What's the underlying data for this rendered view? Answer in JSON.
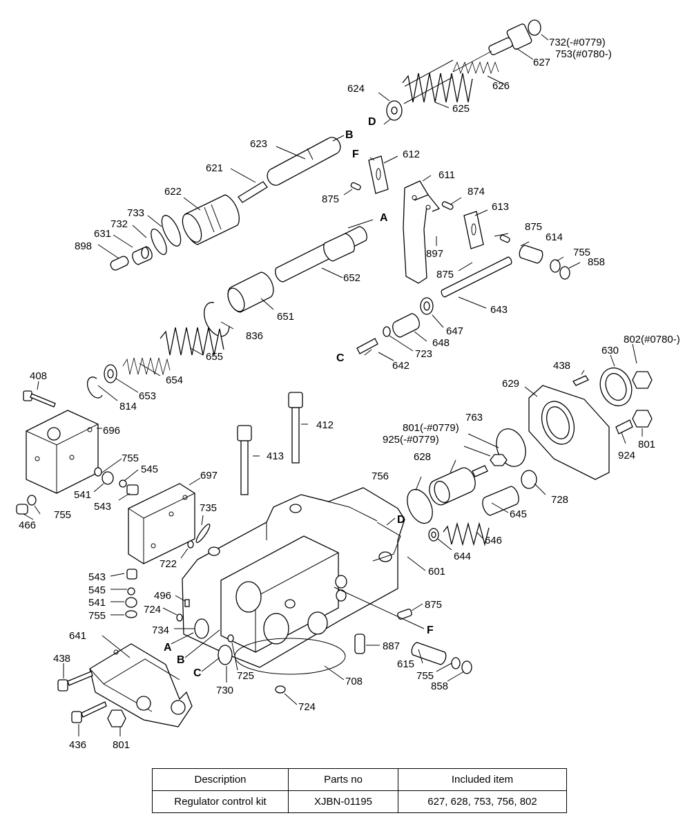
{
  "labels": {
    "l732a": "732(-#0779)",
    "l753": "753(#0780-)",
    "l627": "627",
    "l626": "626",
    "l624": "624",
    "l625": "625",
    "lD1": "D",
    "lB1": "B",
    "l623": "623",
    "lF1": "F",
    "l612": "612",
    "l611": "611",
    "l621": "621",
    "l874": "874",
    "l875a": "875",
    "l613": "613",
    "l622": "622",
    "l733": "733",
    "l732b": "732",
    "l631": "631",
    "lA1": "A",
    "l875b": "875",
    "l898": "898",
    "l614": "614",
    "l897": "897",
    "l755a": "755",
    "l858a": "858",
    "l652": "652",
    "l875c": "875",
    "l643": "643",
    "l651": "651",
    "l647": "647",
    "l836": "836",
    "l648": "648",
    "l723": "723",
    "l655": "655",
    "lC1": "C",
    "l642": "642",
    "l802": "802(#0780-)",
    "l438a": "438",
    "l630": "630",
    "l654": "654",
    "l408": "408",
    "l653": "653",
    "l814": "814",
    "l629": "629",
    "l412": "412",
    "l696": "696",
    "l801a": "801(-#0779)",
    "l763": "763",
    "l925": "925(-#0779)",
    "l413": "413",
    "l924": "924",
    "l801b": "801",
    "l755b": "755",
    "l545a": "545",
    "l628": "628",
    "l697": "697",
    "l541a": "541",
    "l543a": "543",
    "l756": "756",
    "l728": "728",
    "l735": "735",
    "l755c": "755",
    "l466": "466",
    "l645": "645",
    "lD2": "D",
    "l646": "646",
    "l722": "722",
    "l644": "644",
    "l543b": "543",
    "l601": "601",
    "l545b": "545",
    "l496": "496",
    "l541b": "541",
    "l724a": "724",
    "l875d": "875",
    "l755d": "755",
    "l641": "641",
    "l734": "734",
    "lA2": "A",
    "lF2": "F",
    "lB2": "B",
    "l887": "887",
    "l438b": "438",
    "lC2": "C",
    "l725": "725",
    "l730": "730",
    "l615": "615",
    "l755e": "755",
    "l708": "708",
    "l858b": "858",
    "l724b": "724",
    "l436": "436",
    "l801c": "801"
  },
  "kit_table": {
    "headers": [
      "Description",
      "Parts no",
      "Included item"
    ],
    "row": [
      "Regulator control  kit",
      "XJBN-01195",
      "627, 628, 753, 756, 802"
    ]
  }
}
